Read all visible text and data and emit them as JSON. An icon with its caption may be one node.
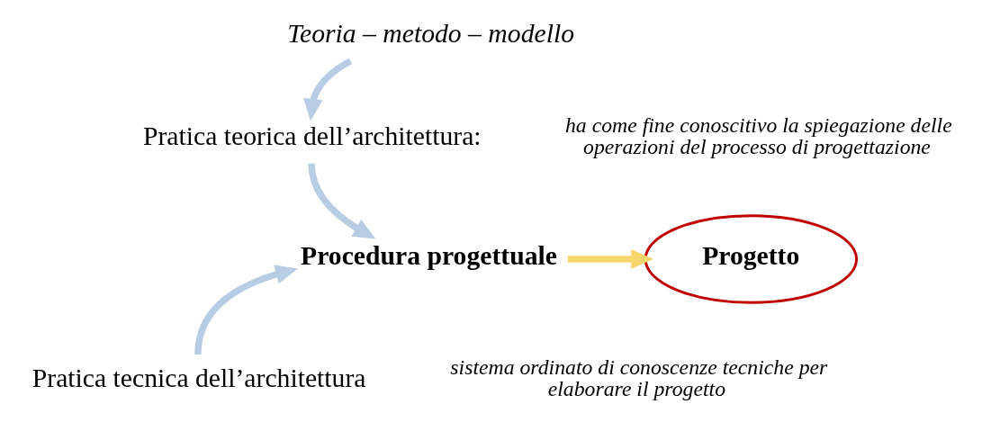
{
  "diagram": {
    "nodes": [
      {
        "text": [
          "Teoria – metodo – modello"
        ]
      },
      {
        "text": [
          "Pratica teorica dell’architettura:"
        ],
        "beside": [
          "ha come fine conoscitivo la spiegazione delle operazioni del processo di progettazione"
        ]
      },
      {
        "text": [
          "Procedura progettuale"
        ]
      },
      {
        "text": [
          "Progetto"
        ]
      },
      {
        "text": [
          "Pratica tecnica dell’architettura"
        ],
        "beside": [
          "sistema ordinato di conoscenze tecniche per elaborare il progetto"
        ]
      }
    ],
    "edges": [
      {
        "from": 0,
        "to": 1,
        "arrow": "to"
      },
      {
        "from": 1,
        "to": 2,
        "arrow": "to"
      },
      {
        "from": 2,
        "to": 3,
        "arrow": "to",
        "color": "#f5d76e"
      },
      {
        "from": 4,
        "to": 2,
        "arrow": "to"
      }
    ]
  }
}
